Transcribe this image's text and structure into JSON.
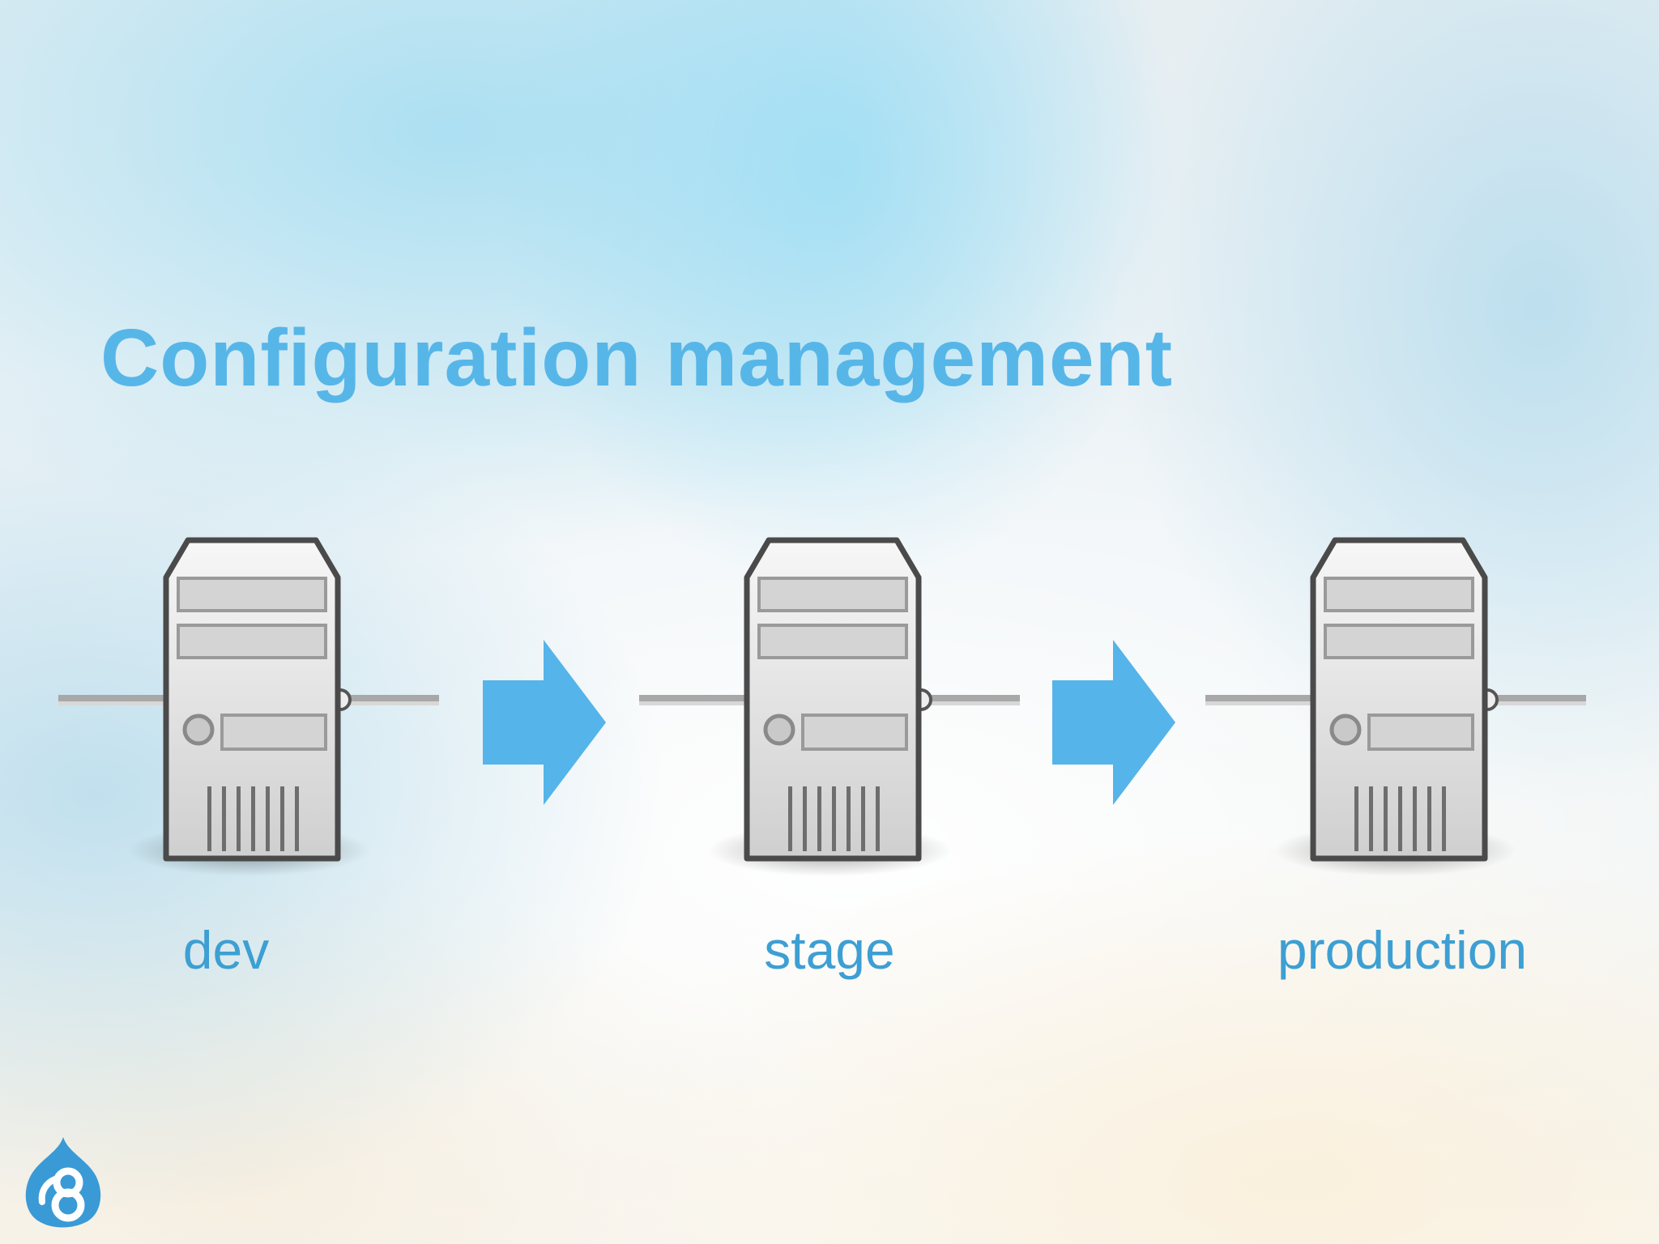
{
  "slide": {
    "title": "Configuration management"
  },
  "stages": [
    {
      "label": "dev",
      "icon": "server-icon"
    },
    {
      "label": "stage",
      "icon": "server-icon"
    },
    {
      "label": "production",
      "icon": "server-icon"
    }
  ],
  "connectors": [
    {
      "icon": "arrow-right-icon"
    },
    {
      "icon": "arrow-right-icon"
    }
  ],
  "colors": {
    "title": "#57b6e8",
    "label": "#3d9fd3",
    "arrow": "#55b4e9",
    "logo": "#3a9ad6"
  },
  "logo": {
    "icon": "drupal-8-logo-icon"
  }
}
